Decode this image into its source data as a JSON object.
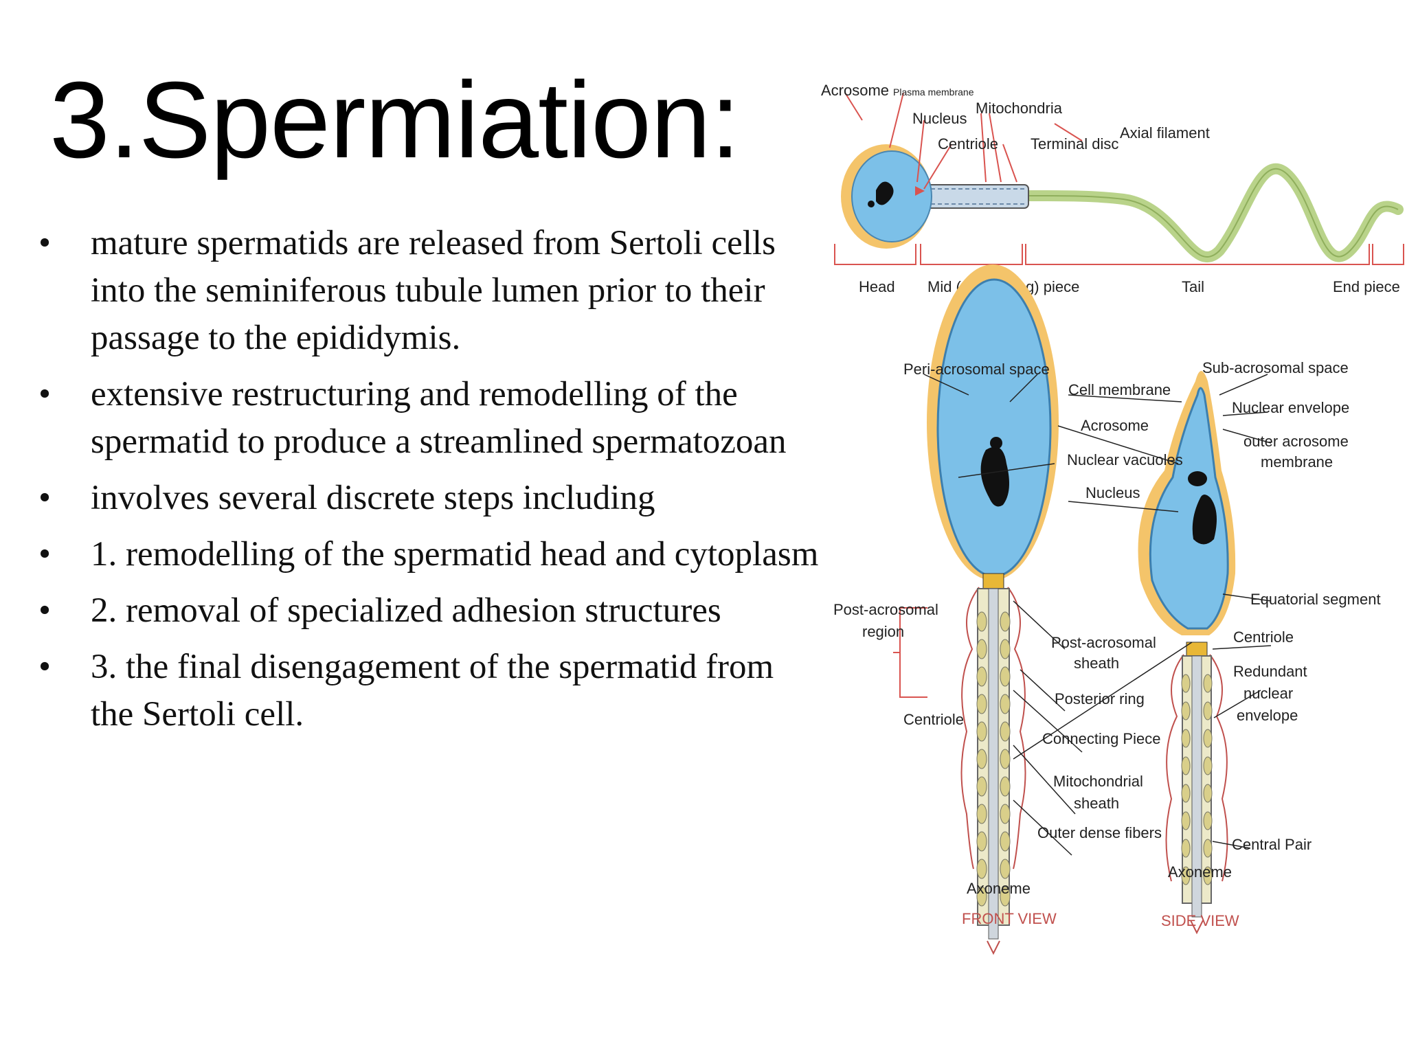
{
  "slide": {
    "title": "3.Spermiation:",
    "bullets": [
      "mature spermatids are released from Sertoli cells into the seminiferous tubule lumen prior to their passage to the epididymis.",
      "extensive restructuring and remodelling of the spermatid to produce a streamlined spermatozoan",
      "involves several discrete steps including",
      "1.  remodelling of the spermatid head and cytoplasm",
      "2.  removal of specialized adhesion structures",
      "3. the final disengagement of the spermatid from the Sertoli cell."
    ],
    "bullet_symbol": "•"
  },
  "diagram": {
    "top": {
      "acrosome": "Acrosome",
      "plasma_membrane": "Plasma membrane",
      "nucleus": "Nucleus",
      "mitochondria": "Mitochondria",
      "centriole": "Centriole",
      "terminal_disc": "Terminal disc",
      "axial_filament": "Axial filament",
      "head": "Head",
      "mid_piece": "Mid (connecting) piece",
      "tail": "Tail",
      "end_piece": "End piece"
    },
    "bottom": {
      "peri_acrosomal_space": "Peri-acrosomal space",
      "sub_acrosomal_space": "Sub-acrosomal space",
      "cell_membrane": "Cell membrane",
      "nuclear_envelope": "Nuclear envelope",
      "acrosome": "Acrosome",
      "outer_acrosome_1": "outer acrosome",
      "outer_acrosome_2": "membrane",
      "nuclear_vacuoles": "Nuclear vacuoles",
      "nucleus": "Nucleus",
      "equatorial_segment": "Equatorial segment",
      "post_acrosomal_region_1": "Post-acrosomal",
      "post_acrosomal_region_2": "region",
      "centriole_right": "Centriole",
      "post_acrosomal_sheath_1": "Post-acrosomal",
      "post_acrosomal_sheath_2": "sheath",
      "redundant_1": "Redundant",
      "redundant_2": "nuclear",
      "redundant_3": "envelope",
      "posterior_ring": "Posterior ring",
      "centriole_left": "Centriole",
      "connecting_piece": "Connecting Piece",
      "mito_sheath_1": "Mitochondrial",
      "mito_sheath_2": "sheath",
      "outer_dense_fibers": "Outer dense fibers",
      "central_pair": "Central Pair",
      "axoneme_left": "Axoneme",
      "axoneme_right": "Axoneme",
      "front_view": "FRONT VIEW",
      "side_view": "SIDE VIEW"
    },
    "colors": {
      "head_fill": "#7cc0e8",
      "acrosome": "#f4c46a",
      "tail": "#b9d38a",
      "bracket": "#d9534f",
      "view_label": "#c0504d"
    }
  }
}
